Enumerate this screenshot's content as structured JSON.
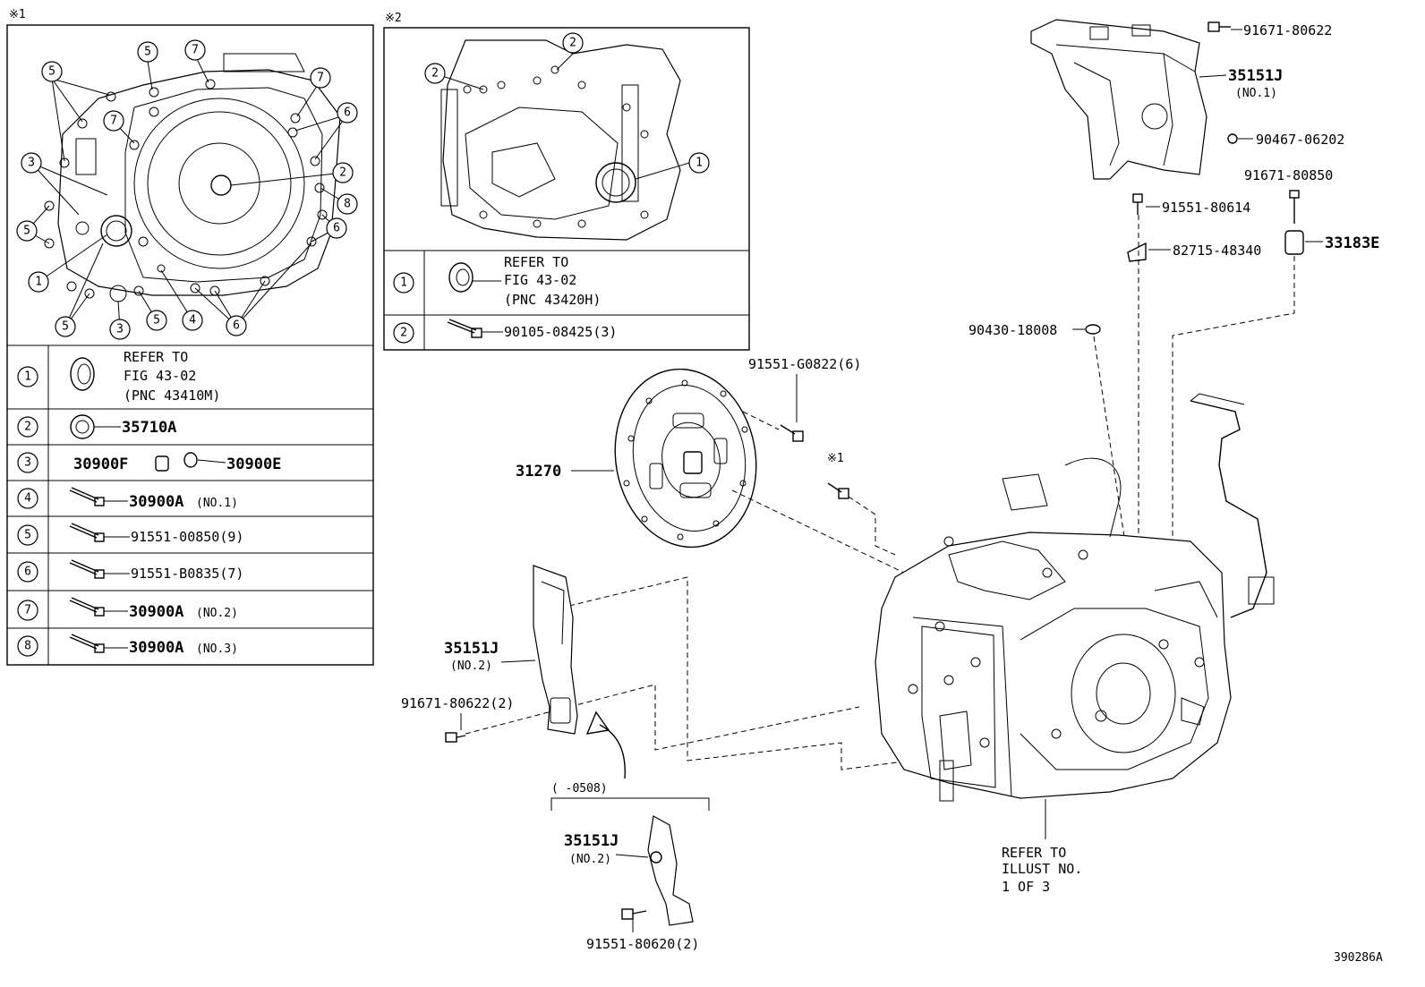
{
  "panel1": {
    "mark": "※1",
    "rows": [
      {
        "num": "1",
        "text1": "REFER TO",
        "text2": "FIG 43-02",
        "text3": "(PNC 43410M)"
      },
      {
        "num": "2",
        "part": "35710A"
      },
      {
        "num": "3",
        "part_a": "30900F",
        "part_b": "30900E"
      },
      {
        "num": "4",
        "part": "30900A",
        "suffix": "(NO.1)"
      },
      {
        "num": "5",
        "part": "91551-00850(9)"
      },
      {
        "num": "6",
        "part": "91551-B0835(7)"
      },
      {
        "num": "7",
        "part": "30900A",
        "suffix": "(NO.2)"
      },
      {
        "num": "8",
        "part": "30900A",
        "suffix": "(NO.3)"
      }
    ]
  },
  "panel2": {
    "mark": "※2",
    "rows": [
      {
        "num": "1",
        "text1": "REFER TO",
        "text2": "FIG 43-02",
        "text3": "(PNC 43420H)"
      },
      {
        "num": "2",
        "part": "90105-08425(3)"
      }
    ]
  },
  "main": {
    "p_91671_80622": "91671-80622",
    "p_35151J_no1": "35151J",
    "p_35151J_no1_sub": "(NO.1)",
    "p_90467": "90467-06202",
    "p_91671_80850": "91671-80850",
    "p_91551_80614": "91551-80614",
    "p_82715": "82715-48340",
    "p_33183E": "33183E",
    "p_90430": "90430-18008",
    "p_91551_G0822": "91551-G0822(6)",
    "p_31270": "31270",
    "mark1": "※1",
    "p_35151J_no2": "35151J",
    "p_35151J_no2_sub": "(NO.2)",
    "p_91671_80622_2": "91671-80622(2)",
    "date_range": "(        -0508)",
    "p_35151J_no2b": "35151J",
    "p_35151J_no2b_sub": "(NO.2)",
    "p_91551_80620": "91551-80620(2)",
    "refer1": "REFER TO",
    "refer2": "ILLUST NO.",
    "refer3": "1 OF 3",
    "figure_id": "390286A"
  }
}
